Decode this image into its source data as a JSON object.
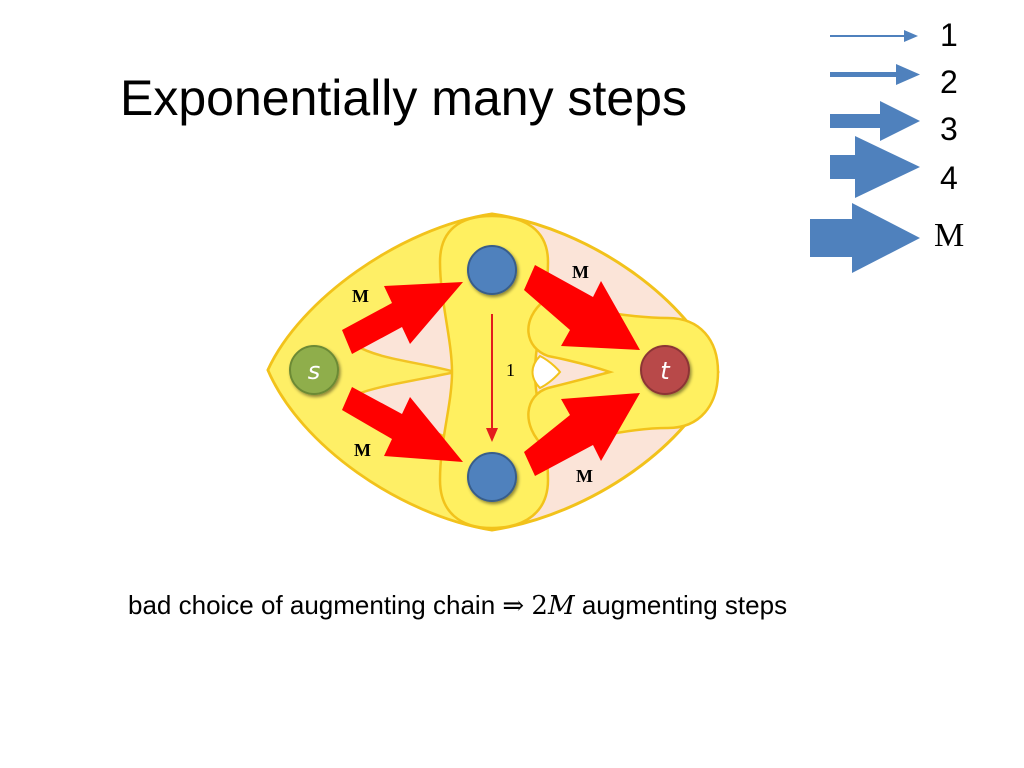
{
  "slide": {
    "title": "Exponentially many steps",
    "caption": {
      "before": "bad choice of augmenting chain",
      "implies": "⇒",
      "count": "2",
      "variable": "M",
      "after": "augmenting steps"
    }
  },
  "legend": [
    {
      "label": "1"
    },
    {
      "label": "2"
    },
    {
      "label": "3"
    },
    {
      "label": "4"
    },
    {
      "label": "M"
    }
  ],
  "graph": {
    "nodes": {
      "source": {
        "label": "s",
        "color": "#8fae4c"
      },
      "sink": {
        "label": "t",
        "color": "#b84a4a"
      },
      "top": {
        "label": "",
        "color": "#4f81bd"
      },
      "bottom": {
        "label": "",
        "color": "#4f81bd"
      }
    },
    "edges": {
      "s_top": {
        "label": "M"
      },
      "top_t": {
        "label": "M"
      },
      "s_bottom": {
        "label": "M"
      },
      "bottom_t": {
        "label": "M"
      },
      "top_bottom": {
        "label": "1"
      }
    },
    "colors": {
      "flow_arrow": "#ff0000",
      "legend_arrow": "#4f81bd",
      "region_fill": "#fff060",
      "region_stroke": "#f2c21b",
      "background_region": "#fbe4d8"
    }
  }
}
